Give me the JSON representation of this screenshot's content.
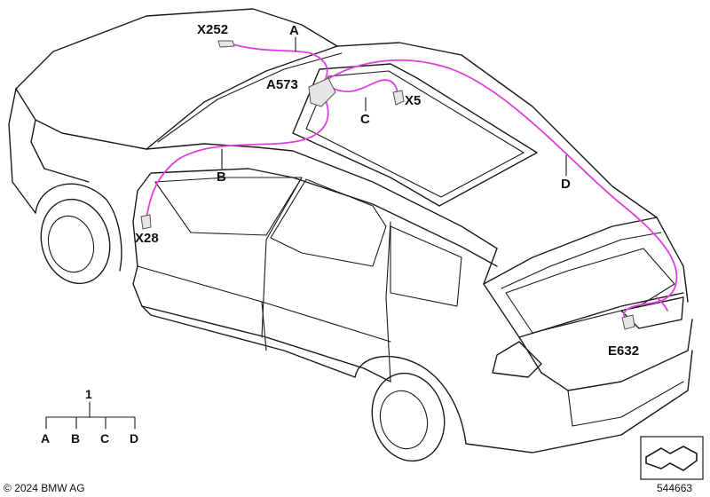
{
  "colors": {
    "wire": "#e040e0",
    "line": "#1a1a1a"
  },
  "labels": {
    "x252": "X252",
    "a": "A",
    "a573": "A573",
    "x5": "X5",
    "c": "C",
    "b": "B",
    "d": "D",
    "x28": "X28",
    "e632": "E632"
  },
  "tree": {
    "root": "1",
    "children": [
      "A",
      "B",
      "C",
      "D"
    ]
  },
  "footer": {
    "copyright": "© 2024 BMW AG",
    "diagram_number": "544663"
  }
}
